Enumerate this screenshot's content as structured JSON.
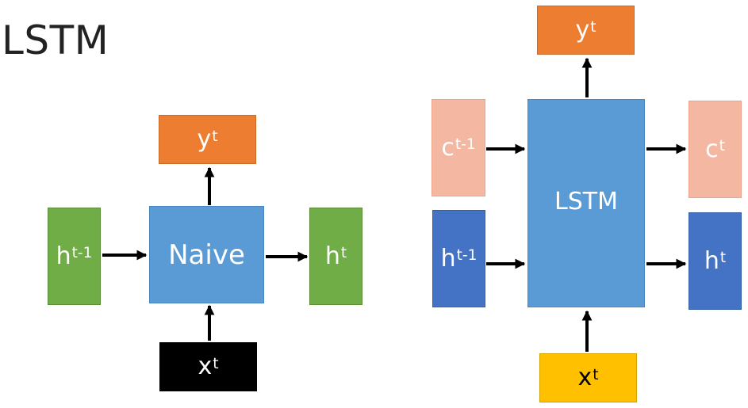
{
  "title": "LSTM",
  "left": {
    "naive": "Naive",
    "y": {
      "base": "y",
      "sup": "t"
    },
    "h_prev": {
      "base": "h",
      "sup": "t-1"
    },
    "h": {
      "base": "h",
      "sup": "t"
    },
    "x": {
      "base": "x",
      "sup": "t"
    }
  },
  "right": {
    "lstm": "LSTM",
    "y": {
      "base": "y",
      "sup": "t"
    },
    "c_prev": {
      "base": "c",
      "sup": "t-1"
    },
    "h_prev": {
      "base": "h",
      "sup": "t-1"
    },
    "c": {
      "base": "c",
      "sup": "t"
    },
    "h": {
      "base": "h",
      "sup": "t"
    },
    "x": {
      "base": "x",
      "sup": "t"
    }
  },
  "colors": {
    "blue_block": "#5b9bd5",
    "orange_output": "#ed7d31",
    "green_hidden": "#70ad47",
    "black_input": "#000000",
    "salmon_cell": "#f4b8a2",
    "dark_blue_hidden": "#4472c4",
    "yellow_input": "#ffc000"
  }
}
